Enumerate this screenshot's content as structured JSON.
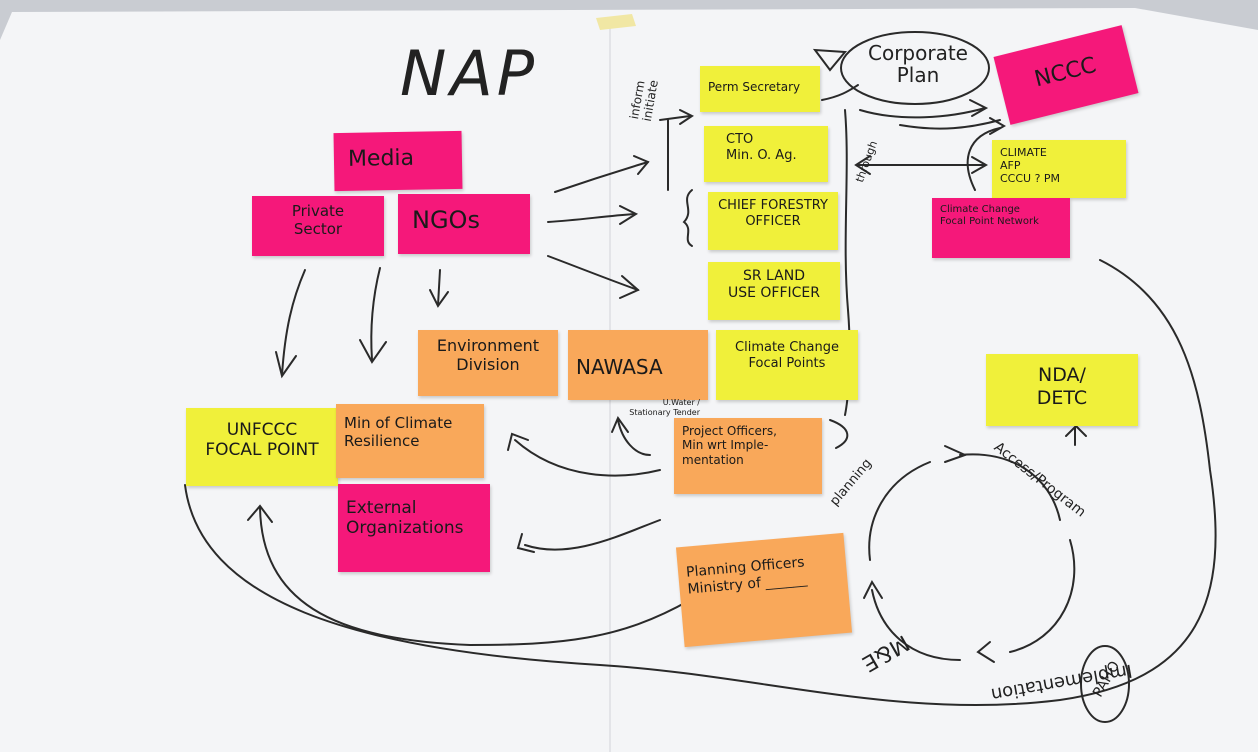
{
  "title": "NAP",
  "notes": {
    "media": "Media",
    "private_sector": "Private\nSector",
    "ngos": "NGOs",
    "environment_division": "Environment\nDivision",
    "nawasa": "NAWASA",
    "nawasa_sub": "U.Water /\nStationary Tender",
    "unfccc": "UNFCCC\nFOCAL POINT",
    "min_climate": "Min of Climate\nResilience",
    "external_orgs": "External\nOrganizations",
    "perm_secretary": "Perm Secretary",
    "cto": "CTO\nMin. O. Ag.",
    "chief_forestry": "CHIEF FORESTRY\nOFFICER",
    "sr_land": "SR LAND\nUSE OFFICER",
    "climate_change_fp": "Climate Change\nFocal Points",
    "project_officers": "Project Officers,\nMin wrt Imple-\nmentation",
    "planning_officers": "Planning Officers\nMinistry of ______",
    "nccc": "NCCC",
    "climate_afp": "CLIMATE\nAFP\nCCCU ? PM",
    "cc_focal_network": "Climate Change\nFocal Point Network",
    "nda_detc": "NDA/\nDETC"
  },
  "annotations": {
    "corporate_plan": "Corporate\nPlan",
    "inform": "inform\ninitiate",
    "through": "through",
    "planning": "planning",
    "access": "Access/Program",
    "implementation": "Implementation",
    "mel": "M&E",
    "paho": "PAHO"
  },
  "colors": {
    "pink": "#f5187a",
    "yellow": "#f0f03a",
    "orange": "#f9a85a",
    "paper": "#f4f5f7",
    "ink": "#222222"
  }
}
